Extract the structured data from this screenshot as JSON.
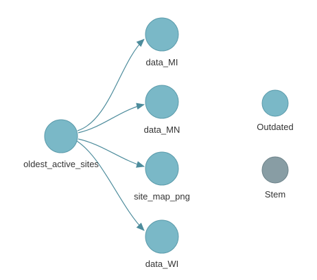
{
  "graph": {
    "nodes": [
      {
        "id": "oldest_active_sites",
        "label": "oldest_active_sites",
        "status": "outdated"
      },
      {
        "id": "data_MI",
        "label": "data_MI",
        "status": "outdated"
      },
      {
        "id": "data_MN",
        "label": "data_MN",
        "status": "outdated"
      },
      {
        "id": "site_map_png",
        "label": "site_map_png",
        "status": "outdated"
      },
      {
        "id": "data_WI",
        "label": "data_WI",
        "status": "outdated"
      }
    ],
    "edges": [
      {
        "from": "oldest_active_sites",
        "to": "data_MI"
      },
      {
        "from": "oldest_active_sites",
        "to": "data_MN"
      },
      {
        "from": "oldest_active_sites",
        "to": "site_map_png"
      },
      {
        "from": "oldest_active_sites",
        "to": "data_WI"
      }
    ]
  },
  "legend": {
    "items": [
      {
        "label": "Outdated",
        "color": "#7ab8c7"
      },
      {
        "label": "Stem",
        "color": "#889da4"
      }
    ]
  },
  "colors": {
    "outdated_fill": "#7ab8c7",
    "outdated_stroke": "#5a9aaa",
    "stem_fill": "#889da4",
    "stem_stroke": "#6c8289",
    "edge": "#4d8c9c",
    "label": "#333333"
  }
}
